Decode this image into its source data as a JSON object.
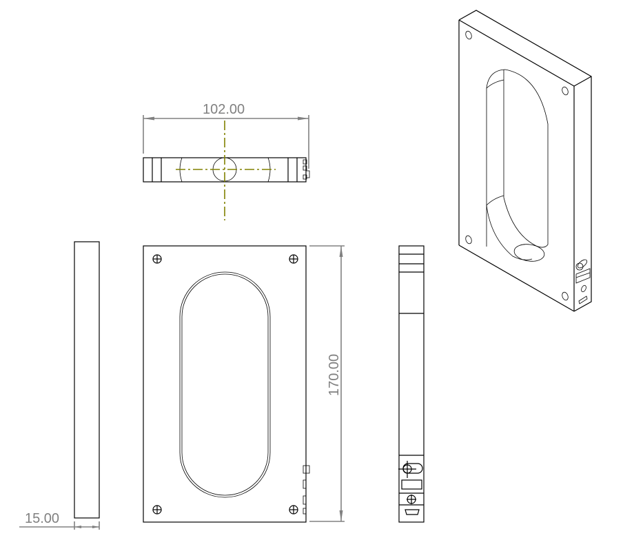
{
  "drawing": {
    "type": "engineering-drawing",
    "views": [
      "top-view",
      "left-side-view",
      "front-view",
      "right-side-view",
      "isometric-view"
    ],
    "dimensions": {
      "width": "102.00",
      "height": "170.00",
      "thickness": "15.00"
    },
    "colors": {
      "geometry": "#000000",
      "dimension": "#808080",
      "centerline": "#808000",
      "background": "#ffffff"
    }
  }
}
